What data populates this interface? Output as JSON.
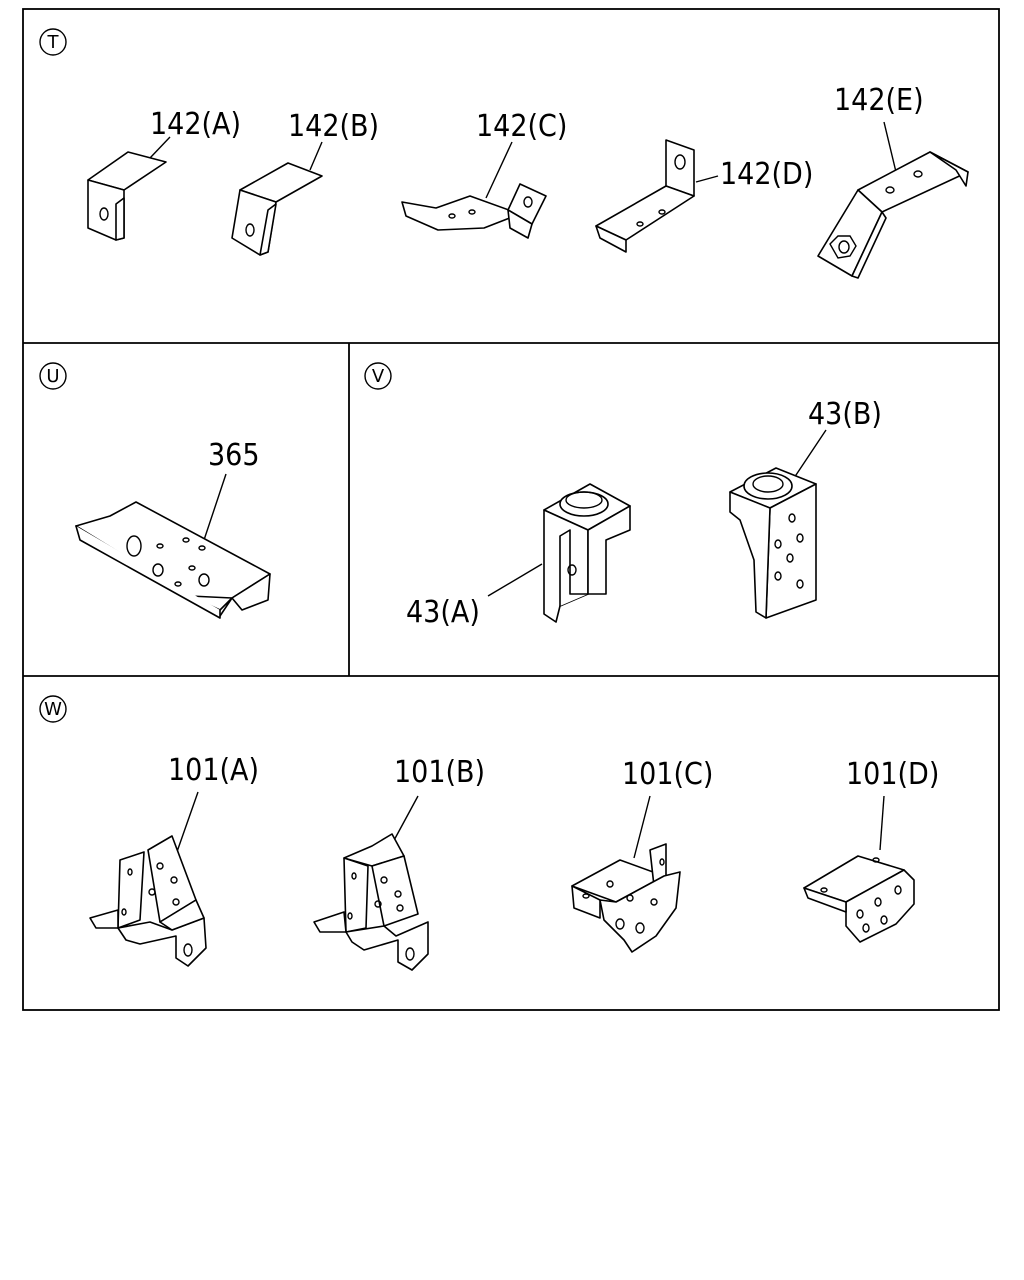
{
  "sections": {
    "T": {
      "marker": "T",
      "parts": [
        "142(A)",
        "142(B)",
        "142(C)",
        "142(D)",
        "142(E)"
      ]
    },
    "U": {
      "marker": "U",
      "parts": [
        "365"
      ]
    },
    "V": {
      "marker": "V",
      "parts": [
        "43(A)",
        "43(B)"
      ]
    },
    "W": {
      "marker": "W",
      "parts": [
        "101(A)",
        "101(B)",
        "101(C)",
        "101(D)"
      ]
    }
  }
}
